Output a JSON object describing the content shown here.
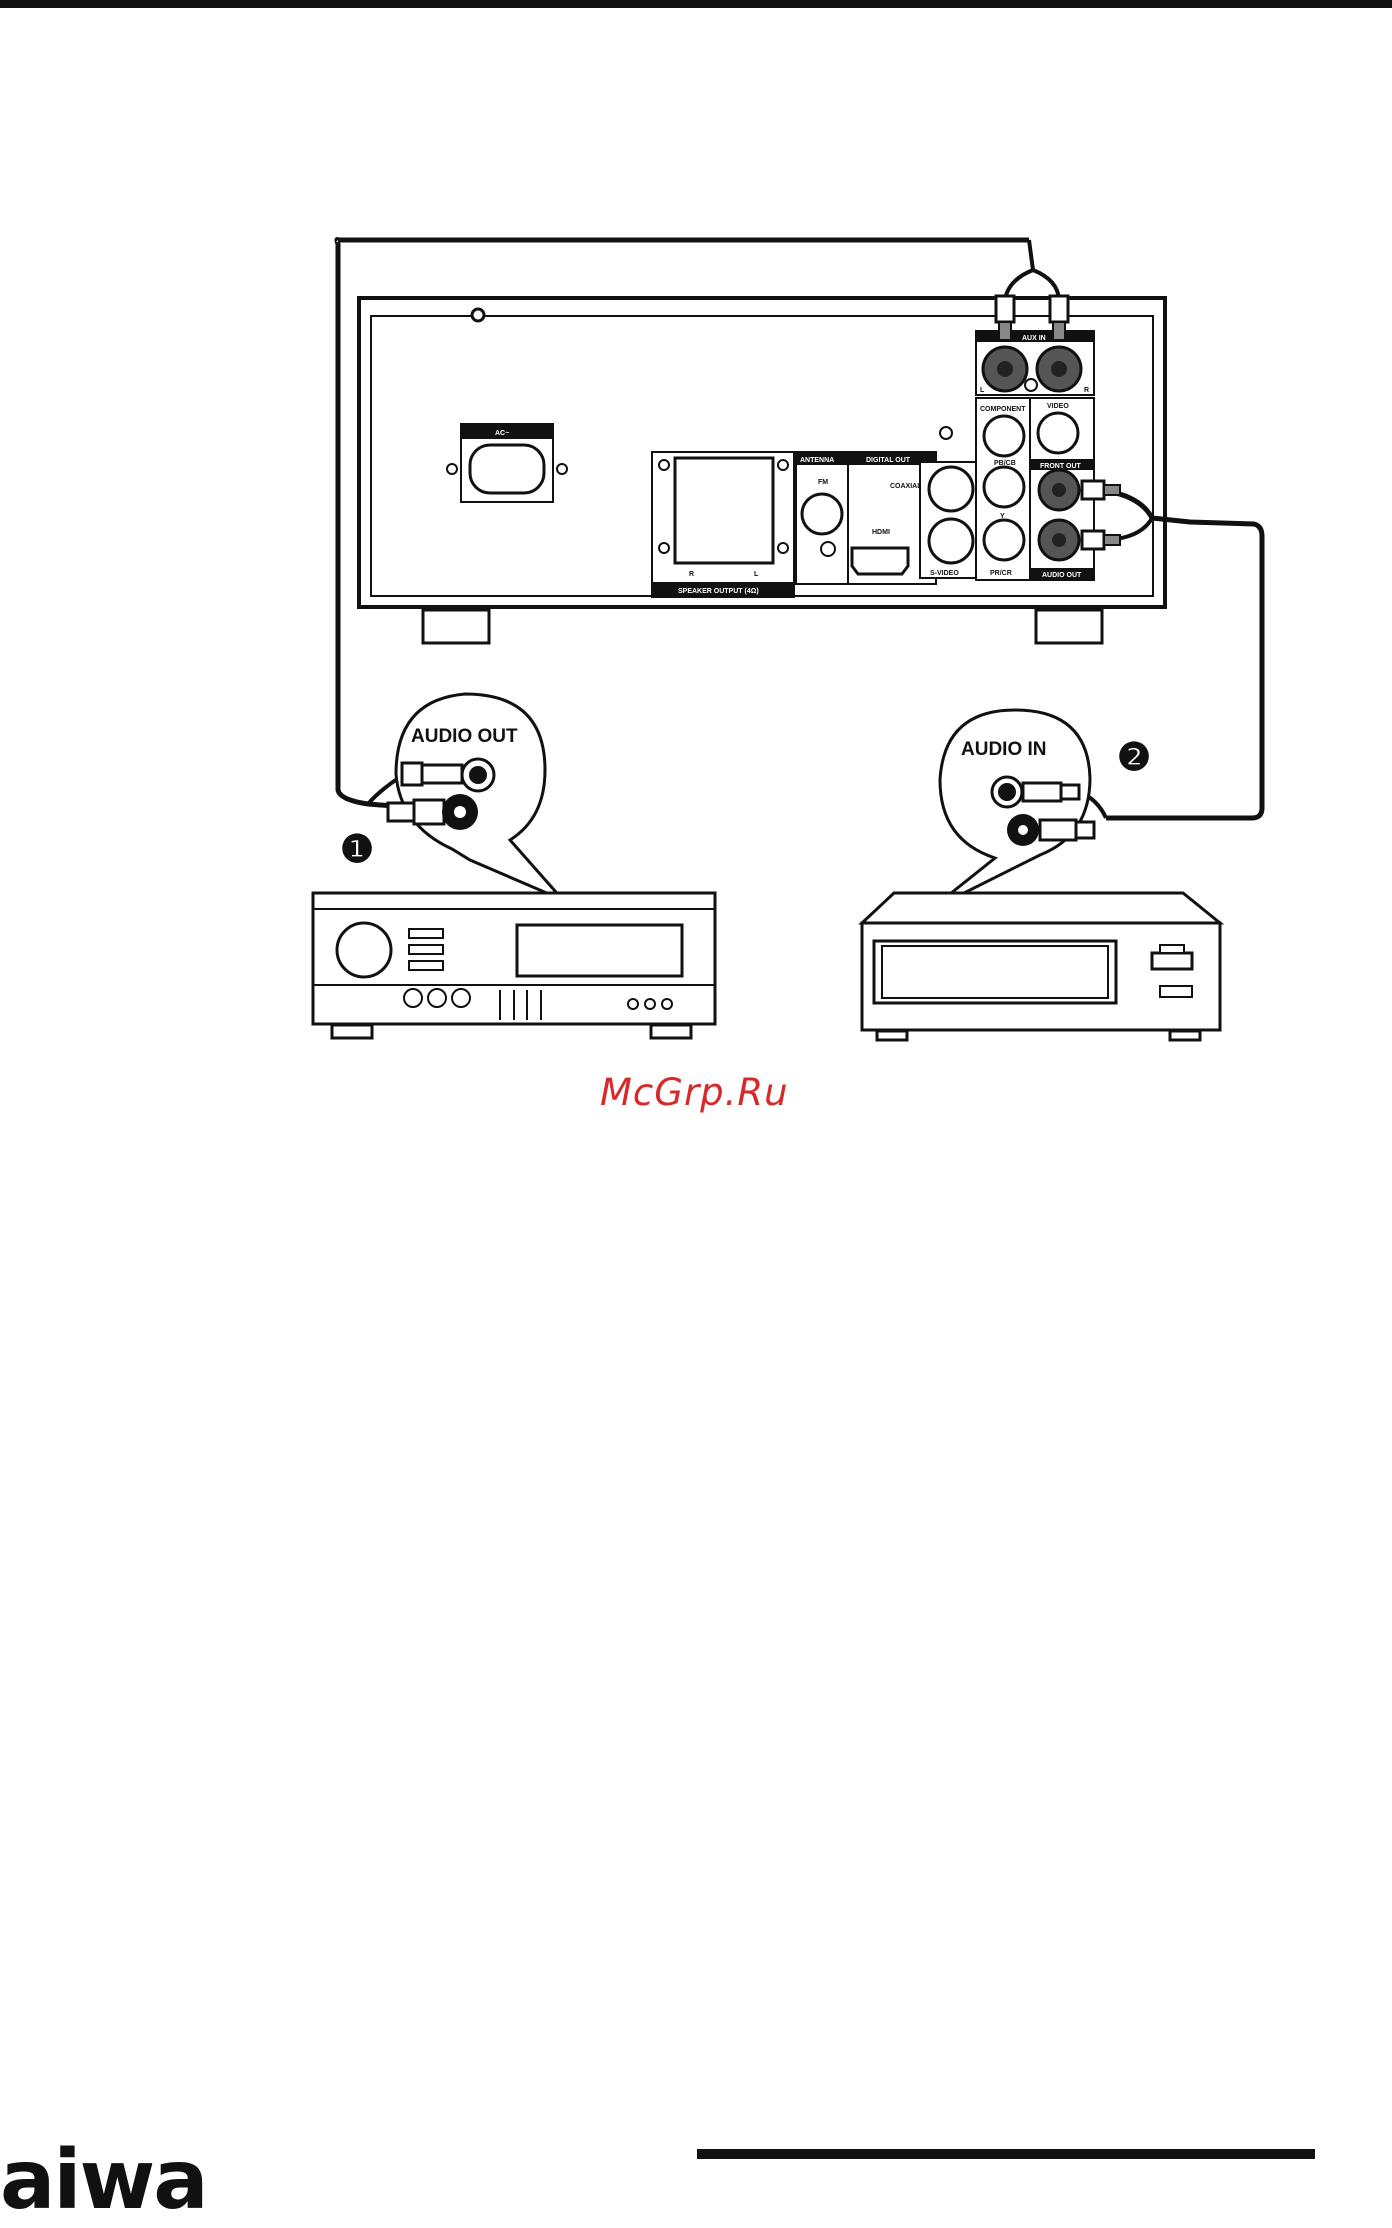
{
  "diagram": {
    "source_device": {
      "label": "AUDIO OUT",
      "step": "❶"
    },
    "target_device": {
      "label": "AUDIO IN",
      "step": "❷"
    },
    "unit_panel": {
      "ac": "AC~",
      "antenna": "ANTENNA",
      "fm": "FM",
      "digital_out": "DIGITAL OUT",
      "coaxial": "COAXIAL",
      "hdmi": "HDMI",
      "speaker_output": "SPEAKER OUTPUT (4Ω)",
      "speaker_r": "R",
      "speaker_l": "L",
      "aux_in": "AUX IN",
      "aux_l": "L",
      "aux_r": "R",
      "component": "COMPONENT",
      "video": "VIDEO",
      "y": "Y",
      "pb_cb": "PB/CB",
      "pr_cr": "PR/CR",
      "s_video": "S-VIDEO",
      "audio_out_panel": "AUDIO OUT",
      "front_out": "FRONT OUT"
    }
  },
  "watermark": "McGrp.Ru",
  "brand": "aiwa"
}
